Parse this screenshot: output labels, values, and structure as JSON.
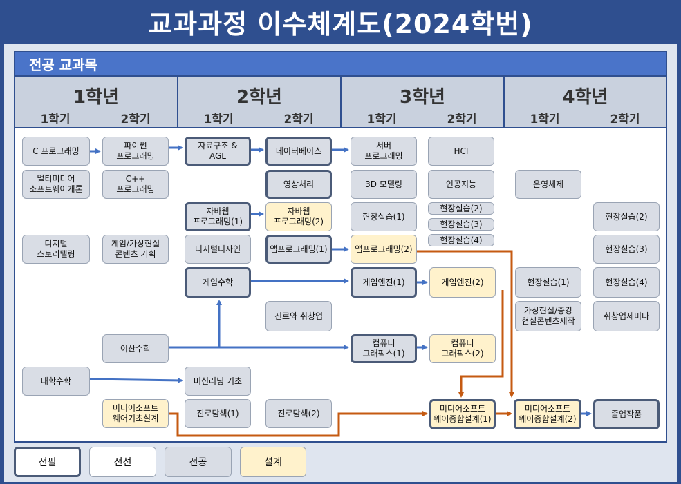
{
  "title": "교과과정 이수체계도(2024학번)",
  "section": "전공 교과목",
  "years": [
    {
      "label": "1학년",
      "sem1": "1학기",
      "sem2": "2학기"
    },
    {
      "label": "2학년",
      "sem1": "1학기",
      "sem2": "2학기"
    },
    {
      "label": "3학년",
      "sem1": "1학기",
      "sem2": "2학기"
    },
    {
      "label": "4학년",
      "sem1": "1학기",
      "sem2": "2학기"
    }
  ],
  "courses": {
    "c_programming": "C 프로그래밍",
    "python": "파이썬\n프로그래밍",
    "data_structure": "자료구조 &\nAGL",
    "database": "데이터베이스",
    "server": "서버\n프로그래밍",
    "hci": "HCI",
    "multimedia_sw": "멀티미디어\n소프트웨어개론",
    "cpp": "C++\n프로그래밍",
    "image_processing": "영상처리",
    "modeling_3d": "3D 모델링",
    "ai": "인공지능",
    "os": "운영체제",
    "java1": "자바웹\n프로그래밍(1)",
    "java2": "자바웹\n프로그래밍(2)",
    "field1_y3": "현장실습(1)",
    "field2_y3": "현장실습(2)",
    "field3_y3": "현장실습(3)",
    "field4_y3": "현장실습(4)",
    "field2_y4": "현장실습(2)",
    "digital_story": "디지털\n스토리텔링",
    "game_vr": "게임/가상현실\n콘텐츠 기획",
    "digital_design": "디지털디자인",
    "app1": "앱프로그래밍(1)",
    "app2": "앱프로그래밍(2)",
    "field3_y4": "현장실습(3)",
    "game_math": "게임수학",
    "game_engine1": "게임엔진(1)",
    "game_engine2": "게임엔진(2)",
    "field1_y4": "현장실습(1)",
    "field4_y4": "현장실습(4)",
    "career_job": "진로와 취창업",
    "vr_ar": "가상현실/증강\n현실콘텐츠제작",
    "job_seminar": "취창업세미나",
    "discrete_math": "이산수학",
    "graphics1": "컴퓨터\n그래픽스(1)",
    "graphics2": "컴퓨터\n그래픽스(2)",
    "calculus": "대학수학",
    "ml_basic": "머신러닝 기초",
    "mm_basic_design": "미디어소프트\n웨어기초설계",
    "career_explore1": "진로탐색(1)",
    "career_explore2": "진로탐색(2)",
    "mm_design1": "미디어소프트\n웨어종합설계(1)",
    "mm_design2": "미디어소프트\n웨어종합설계(2)",
    "graduation": "졸업작품"
  },
  "legend": {
    "required": "전필",
    "elective": "전선",
    "major": "전공",
    "design": "설계"
  },
  "colors": {
    "title_bg": "#2f4f8f",
    "header_bg": "#4a74c9",
    "blue_arrow": "#4472c4",
    "orange_arrow": "#c55a11",
    "design_fill": "#fff2cc",
    "major_fill": "#d9dde5"
  }
}
